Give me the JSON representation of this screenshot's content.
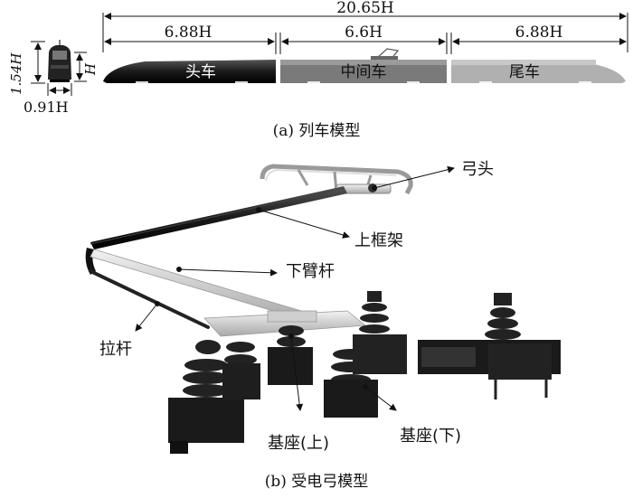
{
  "train": {
    "total": "20.65H",
    "head_len": "6.88H",
    "mid_len": "6.6H",
    "tail_len": "6.88H",
    "height_main": "1.54H",
    "height_h": "H",
    "width": "0.91H",
    "car_head": "头车",
    "car_mid": "中间车",
    "car_tail": "尾车",
    "caption": "(a) 列车模型"
  },
  "pantograph": {
    "bow_head": "弓头",
    "upper_frame": "上框架",
    "lower_arm": "下臂杆",
    "pull_rod": "拉杆",
    "base_upper": "基座(上)",
    "base_lower": "基座(下)",
    "caption": "(b) 受电弓模型"
  },
  "colors": {
    "head_car": "#111111",
    "mid_car": "#7a7a7a",
    "tail_car": "#b0b0b0"
  }
}
